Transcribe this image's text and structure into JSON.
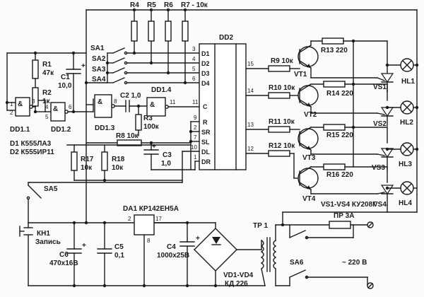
{
  "ics": {
    "dd2": "DD2",
    "da1": "DA1 КР142ЕН5А",
    "dd1_1": "DD1.1",
    "dd1_2": "DD1.2",
    "dd1_3": "DD1.3",
    "dd1_4": "DD1.4",
    "gate_and": "&",
    "dd2_inputs": [
      "D1",
      "D2",
      "D3",
      "D4",
      "C",
      "R",
      "SR",
      "SL",
      "DL",
      "DR"
    ],
    "dd2_outputs": [
      "15",
      "14",
      "13",
      "12"
    ],
    "dd2_in_pins": [
      "3",
      "4",
      "5",
      "6",
      "11",
      "9",
      "2",
      "7",
      "10",
      "1"
    ]
  },
  "parts_list": {
    "line1": "D1  К555ЛА3",
    "line2": "D2  К555ИР11"
  },
  "resistors": {
    "r1": "R1",
    "r1_val": "47к",
    "r2": "R2",
    "r2_val": "1к",
    "r3": "R3",
    "r3_val": "100к",
    "r4": "R4",
    "r5": "R5",
    "r6": "R6",
    "r7": "R7 - 10к",
    "r8": "R8 10к",
    "r9": "R9 10к",
    "r10": "R10 10к",
    "r11": "R11 10к",
    "r12": "R12 10к",
    "r13": "R13 220",
    "r14": "R14 220",
    "r15": "R15 220",
    "r16": "R16 220",
    "r17": "R17",
    "r17_val": "10к",
    "r18": "R18",
    "r18_val": "10к"
  },
  "capacitors": {
    "c1": "C1",
    "c1_val": "10,0",
    "c2": "C2  1,0",
    "c3": "C3",
    "c3_val": "1,0",
    "c4": "C4",
    "c4_val": "1000x25В",
    "c5": "C5",
    "c5_val": "0,1",
    "c6": "C6",
    "c6_val": "470x16В"
  },
  "switches": {
    "sa1": "SA1",
    "sa2": "SA2",
    "sa3": "SA3",
    "sa4": "SA4",
    "sa5": "SA5",
    "sa6": "SA6",
    "kn1": "КН1",
    "kn1_note": "Запись"
  },
  "transistors": [
    "VT1",
    "VT2",
    "VT3",
    "VT4"
  ],
  "thyristors": [
    "VS1",
    "VS2",
    "VS3",
    "VS4"
  ],
  "thyristor_note": "VS1-VS4   КУ208Г",
  "lamps": [
    "HL1",
    "HL2",
    "HL3",
    "HL4"
  ],
  "power": {
    "tr1": "ТР 1",
    "fuse": "ПР 3А",
    "bridge": "VD1-VD4",
    "bridge_type": "КД 226",
    "mains": "~ 220 В"
  },
  "da1_pins": {
    "p2": "2",
    "p17": "17",
    "p8": "8"
  },
  "pins": {
    "p1": "1",
    "p2": "2",
    "p3": "3",
    "p4": "4",
    "p5": "5",
    "p6": "6",
    "p8": "8",
    "p9": "9",
    "p10": "10",
    "p11": "11",
    "p12": "12",
    "p13": "13"
  },
  "symbols": {
    "plus": "+"
  }
}
